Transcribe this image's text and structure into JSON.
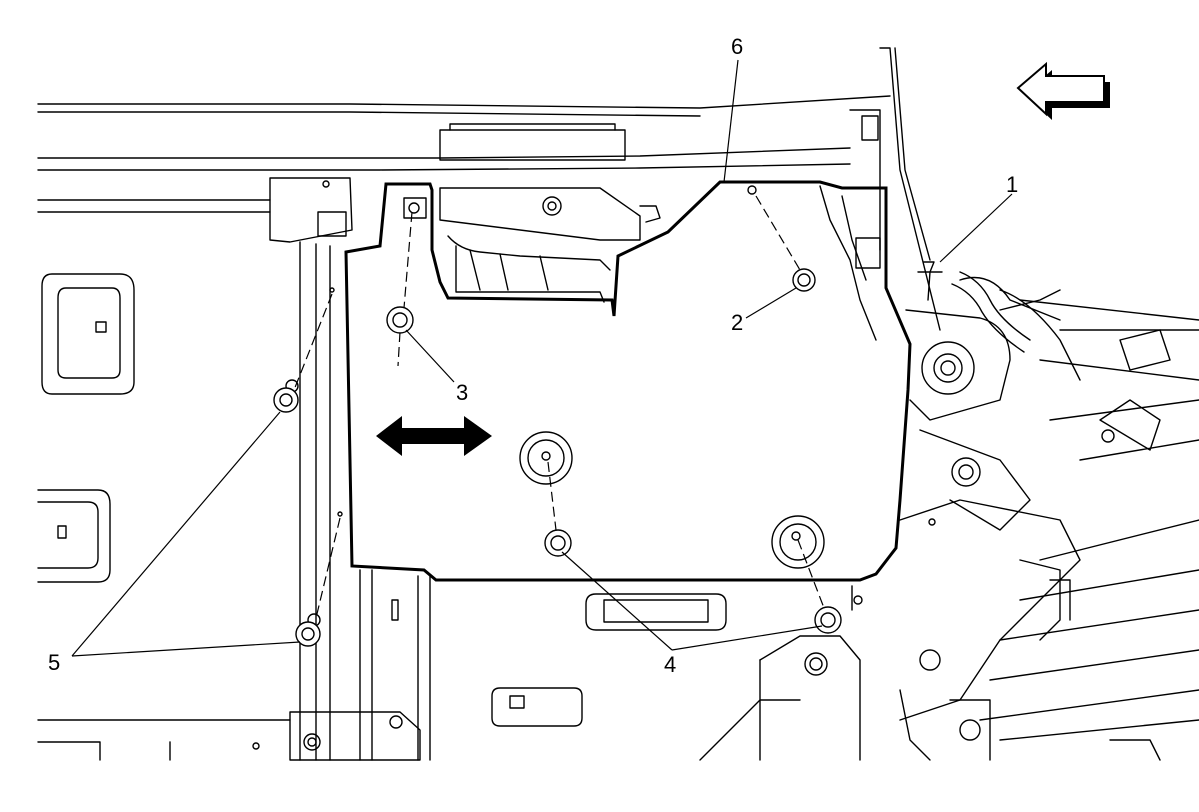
{
  "diagram": {
    "callouts": [
      {
        "id": "1",
        "label": "1"
      },
      {
        "id": "2",
        "label": "2"
      },
      {
        "id": "3",
        "label": "3"
      },
      {
        "id": "4",
        "label": "4"
      },
      {
        "id": "5",
        "label": "5"
      },
      {
        "id": "6",
        "label": "6"
      }
    ],
    "icons": {
      "direction_arrow": "forward-direction-arrow-icon",
      "double_arrow": "adjustment-double-arrow-icon"
    },
    "colors": {
      "ink": "#000000",
      "paper": "#ffffff"
    }
  }
}
